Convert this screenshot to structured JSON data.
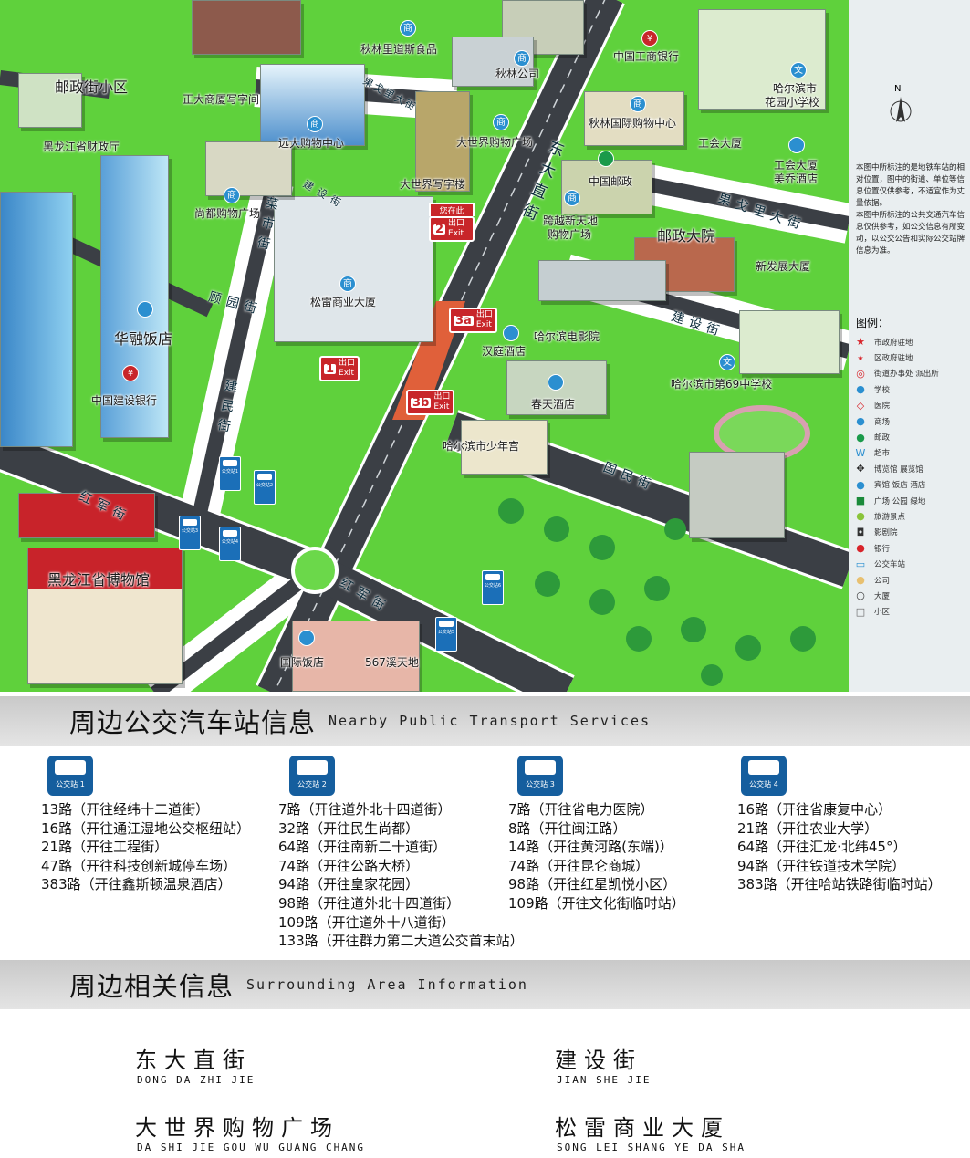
{
  "map": {
    "labels": [
      "邮政街小区",
      "正大商厦写字间",
      "秋林里道斯食品",
      "远大购物中心",
      "黑龙江省财政厅",
      "大世界购物广场",
      "大世界写字楼",
      "尚都购物广场",
      "松雷商业大厦",
      "华融饭店",
      "中国建设银行",
      "秋林公司",
      "中国工商银行",
      "秋林国际购物中心",
      "工会大厦",
      "哈尔滨市",
      "花园小学校",
      "工会大厦",
      "美乔酒店",
      "中国邮政",
      "跨越新天地",
      "购物广场",
      "邮政大院",
      "新发展大厦",
      "哈尔滨电影院",
      "汉庭酒店",
      "春天酒店",
      "哈尔滨市第69中学校",
      "哈尔滨市少年宫",
      "黑龙江省博物馆",
      "国际饭店",
      "567溪天地"
    ],
    "streets": [
      "东大直街",
      "菜市街",
      "建民街",
      "顾园街",
      "红军街",
      "红军街",
      "国民街",
      "建设街",
      "果戈里大街",
      "果戈里大街",
      "建设街"
    ],
    "exits": [
      {
        "num": "2",
        "label": "出口",
        "en": "Exit",
        "here": "您在此"
      },
      {
        "num": "3a",
        "label": "出口",
        "en": "Exit"
      },
      {
        "num": "1",
        "label": "出口",
        "en": "Exit"
      },
      {
        "num": "3b",
        "label": "出口",
        "en": "Exit"
      }
    ],
    "bus_signs": [
      "公交站1",
      "公交站2",
      "公交站3",
      "公交站4",
      "公交站5",
      "公交站6"
    ],
    "shop_icon": "商",
    "school_icon": "文",
    "bank_icon": "¥"
  },
  "sidebar": {
    "north": "N",
    "note": "本图中所标注的是地铁车站的相对位置，图中的街道、单位等信息位置仅供参考，不适宜作为丈量依据。\n本图中所标注的公共交通汽车信息仅供参考，如公交信息有所变动，以公交公告和实际公交站牌信息为准。",
    "legend_title": "图例：",
    "legend": [
      {
        "icon": "star",
        "label": "市政府驻地",
        "color": "#d8232a"
      },
      {
        "icon": "small-star",
        "label": "区政府驻地",
        "color": "#d8232a"
      },
      {
        "icon": "target",
        "label": "街道办事处 派出所",
        "color": "#d8232a"
      },
      {
        "icon": "school",
        "label": "学校",
        "color": "#2b8fd0"
      },
      {
        "icon": "hospital",
        "label": "医院",
        "color": "#d8232a"
      },
      {
        "icon": "mall",
        "label": "商场",
        "color": "#2b8fd0"
      },
      {
        "icon": "post",
        "label": "邮政",
        "color": "#1a9a4a"
      },
      {
        "icon": "supermarket",
        "label": "超市",
        "color": "#2b8fd0"
      },
      {
        "icon": "museum",
        "label": "博览馆 展览馆",
        "color": "#222"
      },
      {
        "icon": "hotel",
        "label": "宾馆 饭店 酒店",
        "color": "#2b8fd0"
      },
      {
        "icon": "park",
        "label": "广场 公园 绿地",
        "color": "#1a8a3a"
      },
      {
        "icon": "scenic",
        "label": "旅游景点",
        "color": "#8ac43a"
      },
      {
        "icon": "cinema",
        "label": "影剧院",
        "color": "#333"
      },
      {
        "icon": "bank",
        "label": "银行",
        "color": "#d8232a"
      },
      {
        "icon": "bus",
        "label": "公交车站",
        "color": "#2b8fd0"
      },
      {
        "icon": "company",
        "label": "公司",
        "color": "#e8c070"
      },
      {
        "icon": "building",
        "label": "大厦",
        "color": "#333"
      },
      {
        "icon": "community",
        "label": "小区",
        "color": "#666"
      }
    ]
  },
  "transport": {
    "title": "周边公交汽车站信息",
    "title_en": "Nearby Public Transport Services",
    "stops": [
      {
        "name": "公交站 1",
        "routes": [
          "13路（开往经纬十二道街）",
          "16路（开往通江湿地公交枢纽站）",
          "21路（开往工程街）",
          "47路（开往科技创新城停车场）",
          "383路（开往鑫斯顿温泉酒店）"
        ]
      },
      {
        "name": "公交站 2",
        "routes": [
          "7路（开往道外北十四道街）",
          "32路（开往民生尚都）",
          "64路（开往南新二十道街）",
          "74路（开往公路大桥）",
          "94路（开往皇家花园）",
          "98路（开往道外北十四道街）",
          "109路（开往道外十八道街）",
          "133路（开往群力第二大道公交首末站）"
        ]
      },
      {
        "name": "公交站 3",
        "routes": [
          "7路（开往省电力医院）",
          "8路（开往闽江路）",
          "14路（开往黄河路(东端)）",
          "74路（开往昆仑商城）",
          "98路（开往红星凯悦小区）",
          "109路（开往文化街临时站）"
        ]
      },
      {
        "name": "公交站 4",
        "routes": [
          "16路（开往省康复中心）",
          "21路（开往农业大学）",
          "64路（开往汇龙·北纬45°）",
          "94路（开往铁道技术学院）",
          "383路（开往哈站铁路街临时站）"
        ]
      }
    ]
  },
  "surroundings": {
    "title": "周边相关信息",
    "title_en": "Surrounding Area Information",
    "items": [
      {
        "name": "东大直街",
        "pinyin": "DONG DA ZHI JIE"
      },
      {
        "name": "建设街",
        "pinyin": "JIAN SHE JIE"
      },
      {
        "name": "大世界购物广场",
        "pinyin": "DA SHI JIE GOU WU GUANG CHANG"
      },
      {
        "name": "松雷商业大厦",
        "pinyin": "SONG LEI SHANG YE DA SHA"
      }
    ]
  }
}
